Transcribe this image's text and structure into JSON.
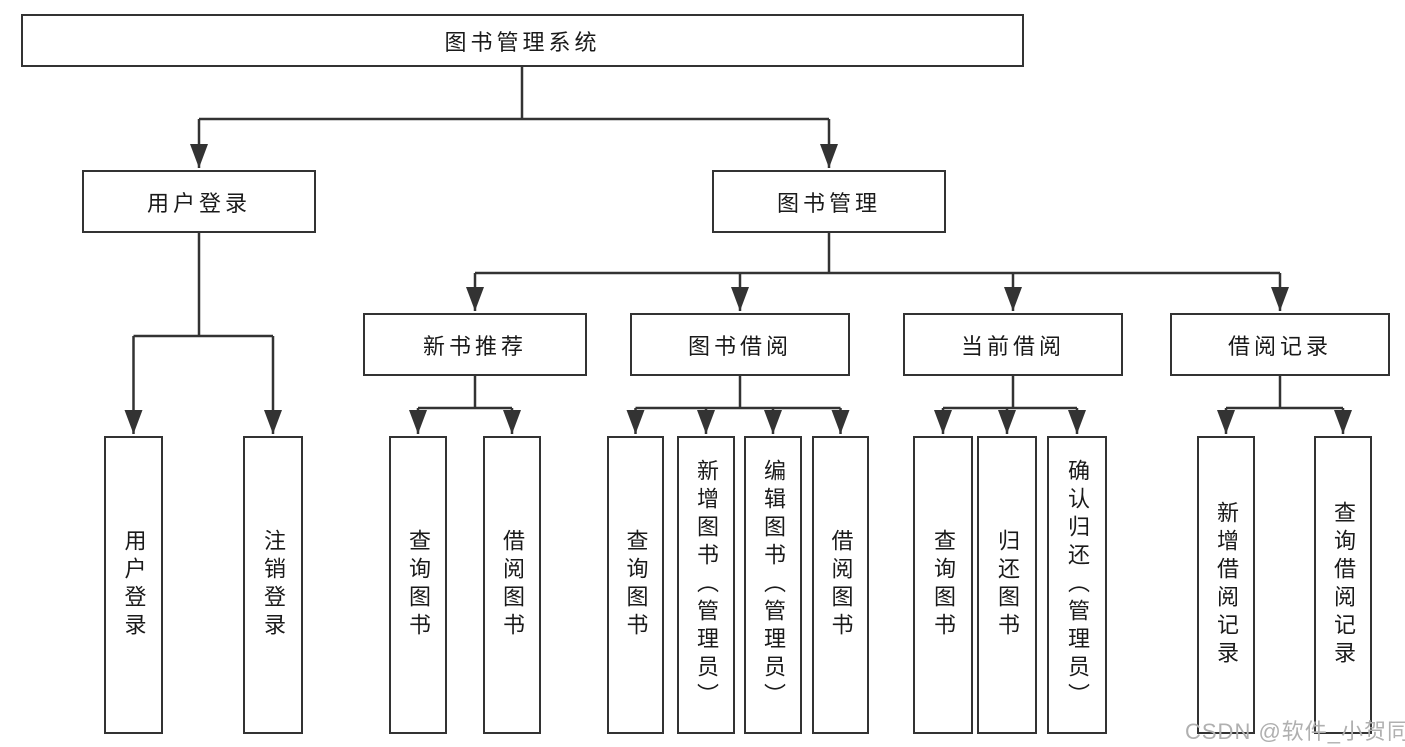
{
  "diagram": {
    "root": {
      "label": "图书管理系统"
    },
    "level2": [
      {
        "label": "用户登录"
      },
      {
        "label": "图书管理"
      }
    ],
    "level3": [
      {
        "label": "新书推荐"
      },
      {
        "label": "图书借阅"
      },
      {
        "label": "当前借阅"
      },
      {
        "label": "借阅记录"
      }
    ],
    "leaves": {
      "user_login": [
        "用户登录",
        "注销登录"
      ],
      "new_books": [
        "查询图书",
        "借阅图书"
      ],
      "book_borrow": [
        "查询图书",
        "新增图书（管理员）",
        "编辑图书（管理员）",
        "借阅图书"
      ],
      "current_borrow": [
        "查询图书",
        "归还图书",
        "确认归还（管理员）"
      ],
      "borrow_records": [
        "新增借阅记录",
        "查询借阅记录"
      ]
    }
  },
  "watermark": {
    "text": "CSDN @软件_小贺同学"
  },
  "colors": {
    "line": "#333333",
    "border": "#333333",
    "text": "#1a1a1a",
    "watermark": "#b0b0b0"
  }
}
